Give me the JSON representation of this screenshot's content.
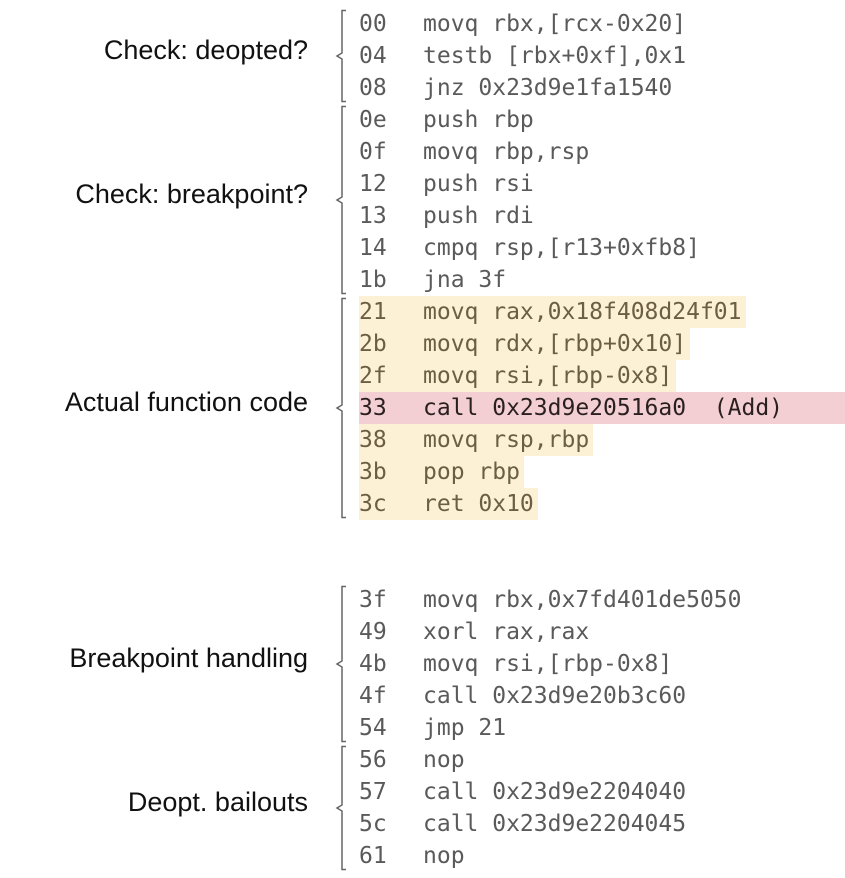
{
  "colors": {
    "highlight": "#fdf1d5",
    "hot": "#f3cfd3",
    "code_text": "#5a5a5a",
    "label_text": "#111111"
  },
  "sections": [
    {
      "label": "Check: deopted?",
      "rows": [
        {
          "addr": "00",
          "instr": "movq rbx,[rcx-0x20]"
        },
        {
          "addr": "04",
          "instr": "testb [rbx+0xf],0x1"
        },
        {
          "addr": "08",
          "instr": "jnz 0x23d9e1fa1540"
        }
      ]
    },
    {
      "label": "Check: breakpoint?",
      "rows": [
        {
          "addr": "0e",
          "instr": "push rbp"
        },
        {
          "addr": "0f",
          "instr": "movq rbp,rsp"
        },
        {
          "addr": "12",
          "instr": "push rsi"
        },
        {
          "addr": "13",
          "instr": "push rdi"
        },
        {
          "addr": "14",
          "instr": "cmpq rsp,[r13+0xfb8]"
        },
        {
          "addr": "1b",
          "instr": "jna 3f"
        }
      ]
    },
    {
      "label": "Actual function code",
      "rows": [
        {
          "addr": "21",
          "instr": "movq rax,0x18f408d24f01",
          "style": "hl"
        },
        {
          "addr": "2b",
          "instr": "movq rdx,[rbp+0x10]",
          "style": "hl"
        },
        {
          "addr": "2f",
          "instr": "movq rsi,[rbp-0x8]",
          "style": "hl"
        },
        {
          "addr": "33",
          "instr": "call 0x23d9e20516a0  (Add)",
          "style": "hot"
        },
        {
          "addr": "38",
          "instr": "movq rsp,rbp",
          "style": "hl"
        },
        {
          "addr": "3b",
          "instr": "pop rbp",
          "style": "hl"
        },
        {
          "addr": "3c",
          "instr": "ret 0x10",
          "style": "hl"
        }
      ]
    },
    {
      "label": "Breakpoint handling",
      "rows": [
        {
          "addr": "3f",
          "instr": "movq rbx,0x7fd401de5050"
        },
        {
          "addr": "49",
          "instr": "xorl rax,rax"
        },
        {
          "addr": "4b",
          "instr": "movq rsi,[rbp-0x8]"
        },
        {
          "addr": "4f",
          "instr": "call 0x23d9e20b3c60"
        },
        {
          "addr": "54",
          "instr": "jmp 21"
        }
      ]
    },
    {
      "label": "Deopt. bailouts",
      "rows": [
        {
          "addr": "56",
          "instr": "nop"
        },
        {
          "addr": "57",
          "instr": "call 0x23d9e2204040"
        },
        {
          "addr": "5c",
          "instr": "call 0x23d9e2204045"
        },
        {
          "addr": "61",
          "instr": "nop"
        }
      ]
    }
  ]
}
